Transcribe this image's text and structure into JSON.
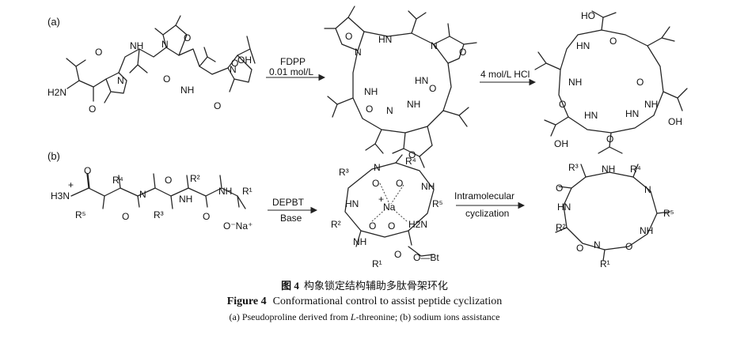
{
  "panels": {
    "a_label": "(a)",
    "b_label": "(b)"
  },
  "conditions": {
    "a_step1_top": "FDPP",
    "a_step1_bottom": "0.01 mol/L",
    "a_step2_top": "4 mol/L HCl",
    "b_step1_top": "DEPBT",
    "b_step1_bottom": "Base",
    "b_step2_top": "Intramolecular",
    "b_step2_bottom": "cyclization"
  },
  "atoms": {
    "nh": "NH",
    "hn": "HN",
    "n": "N",
    "o": "O",
    "oh": "OH",
    "ho": "HO",
    "h2n": "H2N",
    "h3n": "H3N",
    "na": "Na",
    "ona": "O⁻Na⁺",
    "obt": "O—Bt",
    "r1": "R¹",
    "r2": "R²",
    "r3": "R³",
    "r4": "R⁴",
    "r5": "R⁵",
    "plus": "+"
  },
  "caption": {
    "cn_fig": "图 4",
    "cn_text": "构象锁定结构辅助多肽骨架环化",
    "en_fig": "Figure 4",
    "en_text": "Conformational control to assist peptide cyclization",
    "sub_prefix": "(a) Pseudoproline derived from ",
    "sub_italic": "L",
    "sub_suffix": "-threonine; (b) sodium ions assistance"
  }
}
